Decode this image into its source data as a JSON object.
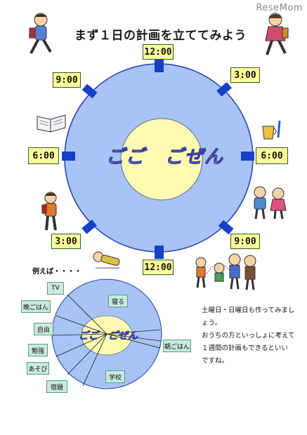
{
  "watermark": "ReseMom",
  "title": "まず１日の計画を立ててみよう",
  "clock": {
    "center_label": "ごご　ごぜん",
    "times": {
      "top": "12:00",
      "upper_left": "9:00",
      "upper_right": "3:00",
      "left": "6:00",
      "right": "6:00",
      "lower_left": "3:00",
      "lower_right": "9:00",
      "bottom": "12:00"
    }
  },
  "example": {
    "heading": "例えば・・・・",
    "center_label": "ごご　ごぜん",
    "outside_labels": [
      "TV",
      "晩ごはん",
      "自由",
      "勉強",
      "あそび",
      "宿題"
    ],
    "inside_labels": {
      "sleep": "寝る",
      "breakfast": "朝ごはん",
      "school": "学校"
    }
  },
  "note": {
    "lines": [
      "土曜日・日曜日も作ってみまし",
      "ょう。",
      "おうちの方といっしょに考えて",
      "１週間の計画もできるといい",
      "ですね。"
    ]
  },
  "colors": {
    "circle_outer": "#a8c4f4",
    "circle_inner": "#fdfbb0",
    "tick": "#1640c8",
    "time_box": "#ffff9a",
    "label_box": "#c8eadf"
  },
  "illustrations": [
    "boy-walking-icon",
    "girl-walking-icon",
    "open-book-icon",
    "cup-toothbrush-icon",
    "child-backpack-icon",
    "children-playing-icon",
    "child-sleeping-icon",
    "family-walking-icon"
  ]
}
